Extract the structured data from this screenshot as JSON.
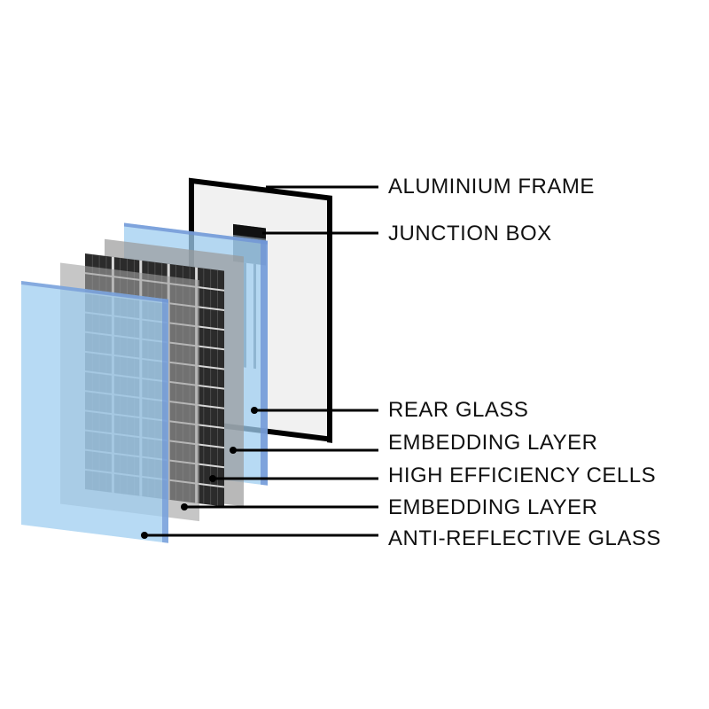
{
  "labels": {
    "aluminium_frame": "ALUMINIUM FRAME",
    "junction_box": "JUNCTION BOX",
    "rear_glass": "REAR GLASS",
    "embedding_layer_rear": "EMBEDDING LAYER",
    "cells": "HIGH EFFICIENCY CELLS",
    "embedding_layer_front": "EMBEDDING LAYER",
    "anti_reflective_glass": "ANTI-REFLECTIVE GLASS"
  },
  "colors": {
    "glass": "#9fcdf0",
    "glass_edge": "#6f95d6",
    "embedding": "#9a9a9a",
    "cells": "#2b2b2b",
    "frame": "#000000",
    "frame_fill": "#f1f1f1"
  }
}
